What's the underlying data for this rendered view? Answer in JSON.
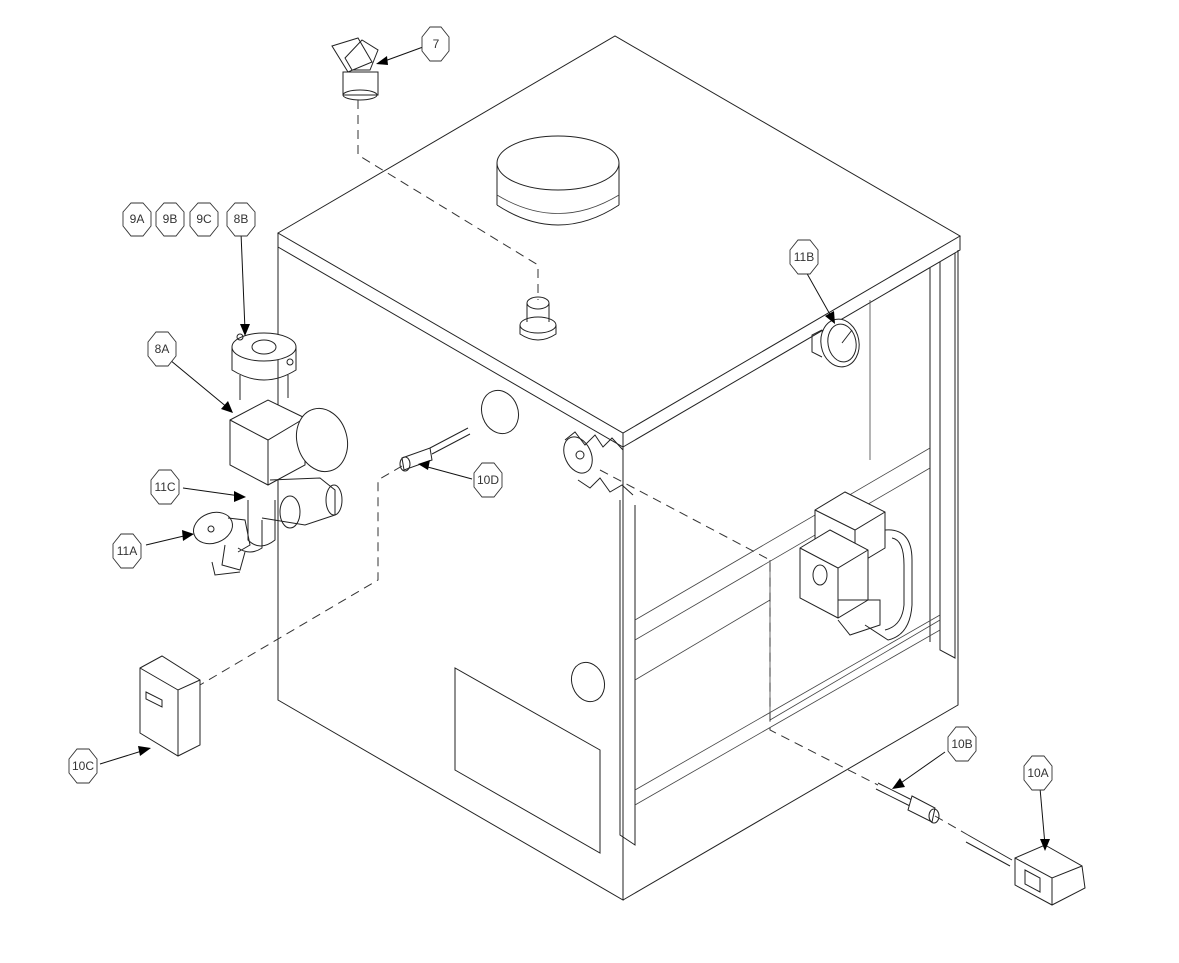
{
  "diagram": {
    "type": "exploded parts diagram",
    "callouts": [
      {
        "id": "c7",
        "text": "7"
      },
      {
        "id": "c9a",
        "text": "9A"
      },
      {
        "id": "c9b",
        "text": "9B"
      },
      {
        "id": "c9c",
        "text": "9C"
      },
      {
        "id": "c8b",
        "text": "8B"
      },
      {
        "id": "c8a",
        "text": "8A"
      },
      {
        "id": "c11b",
        "text": "11B"
      },
      {
        "id": "c10d",
        "text": "10D"
      },
      {
        "id": "c11c",
        "text": "11C"
      },
      {
        "id": "c11a",
        "text": "11A"
      },
      {
        "id": "c10c",
        "text": "10C"
      },
      {
        "id": "c10b",
        "text": "10B"
      },
      {
        "id": "c10a",
        "text": "10A"
      }
    ]
  }
}
